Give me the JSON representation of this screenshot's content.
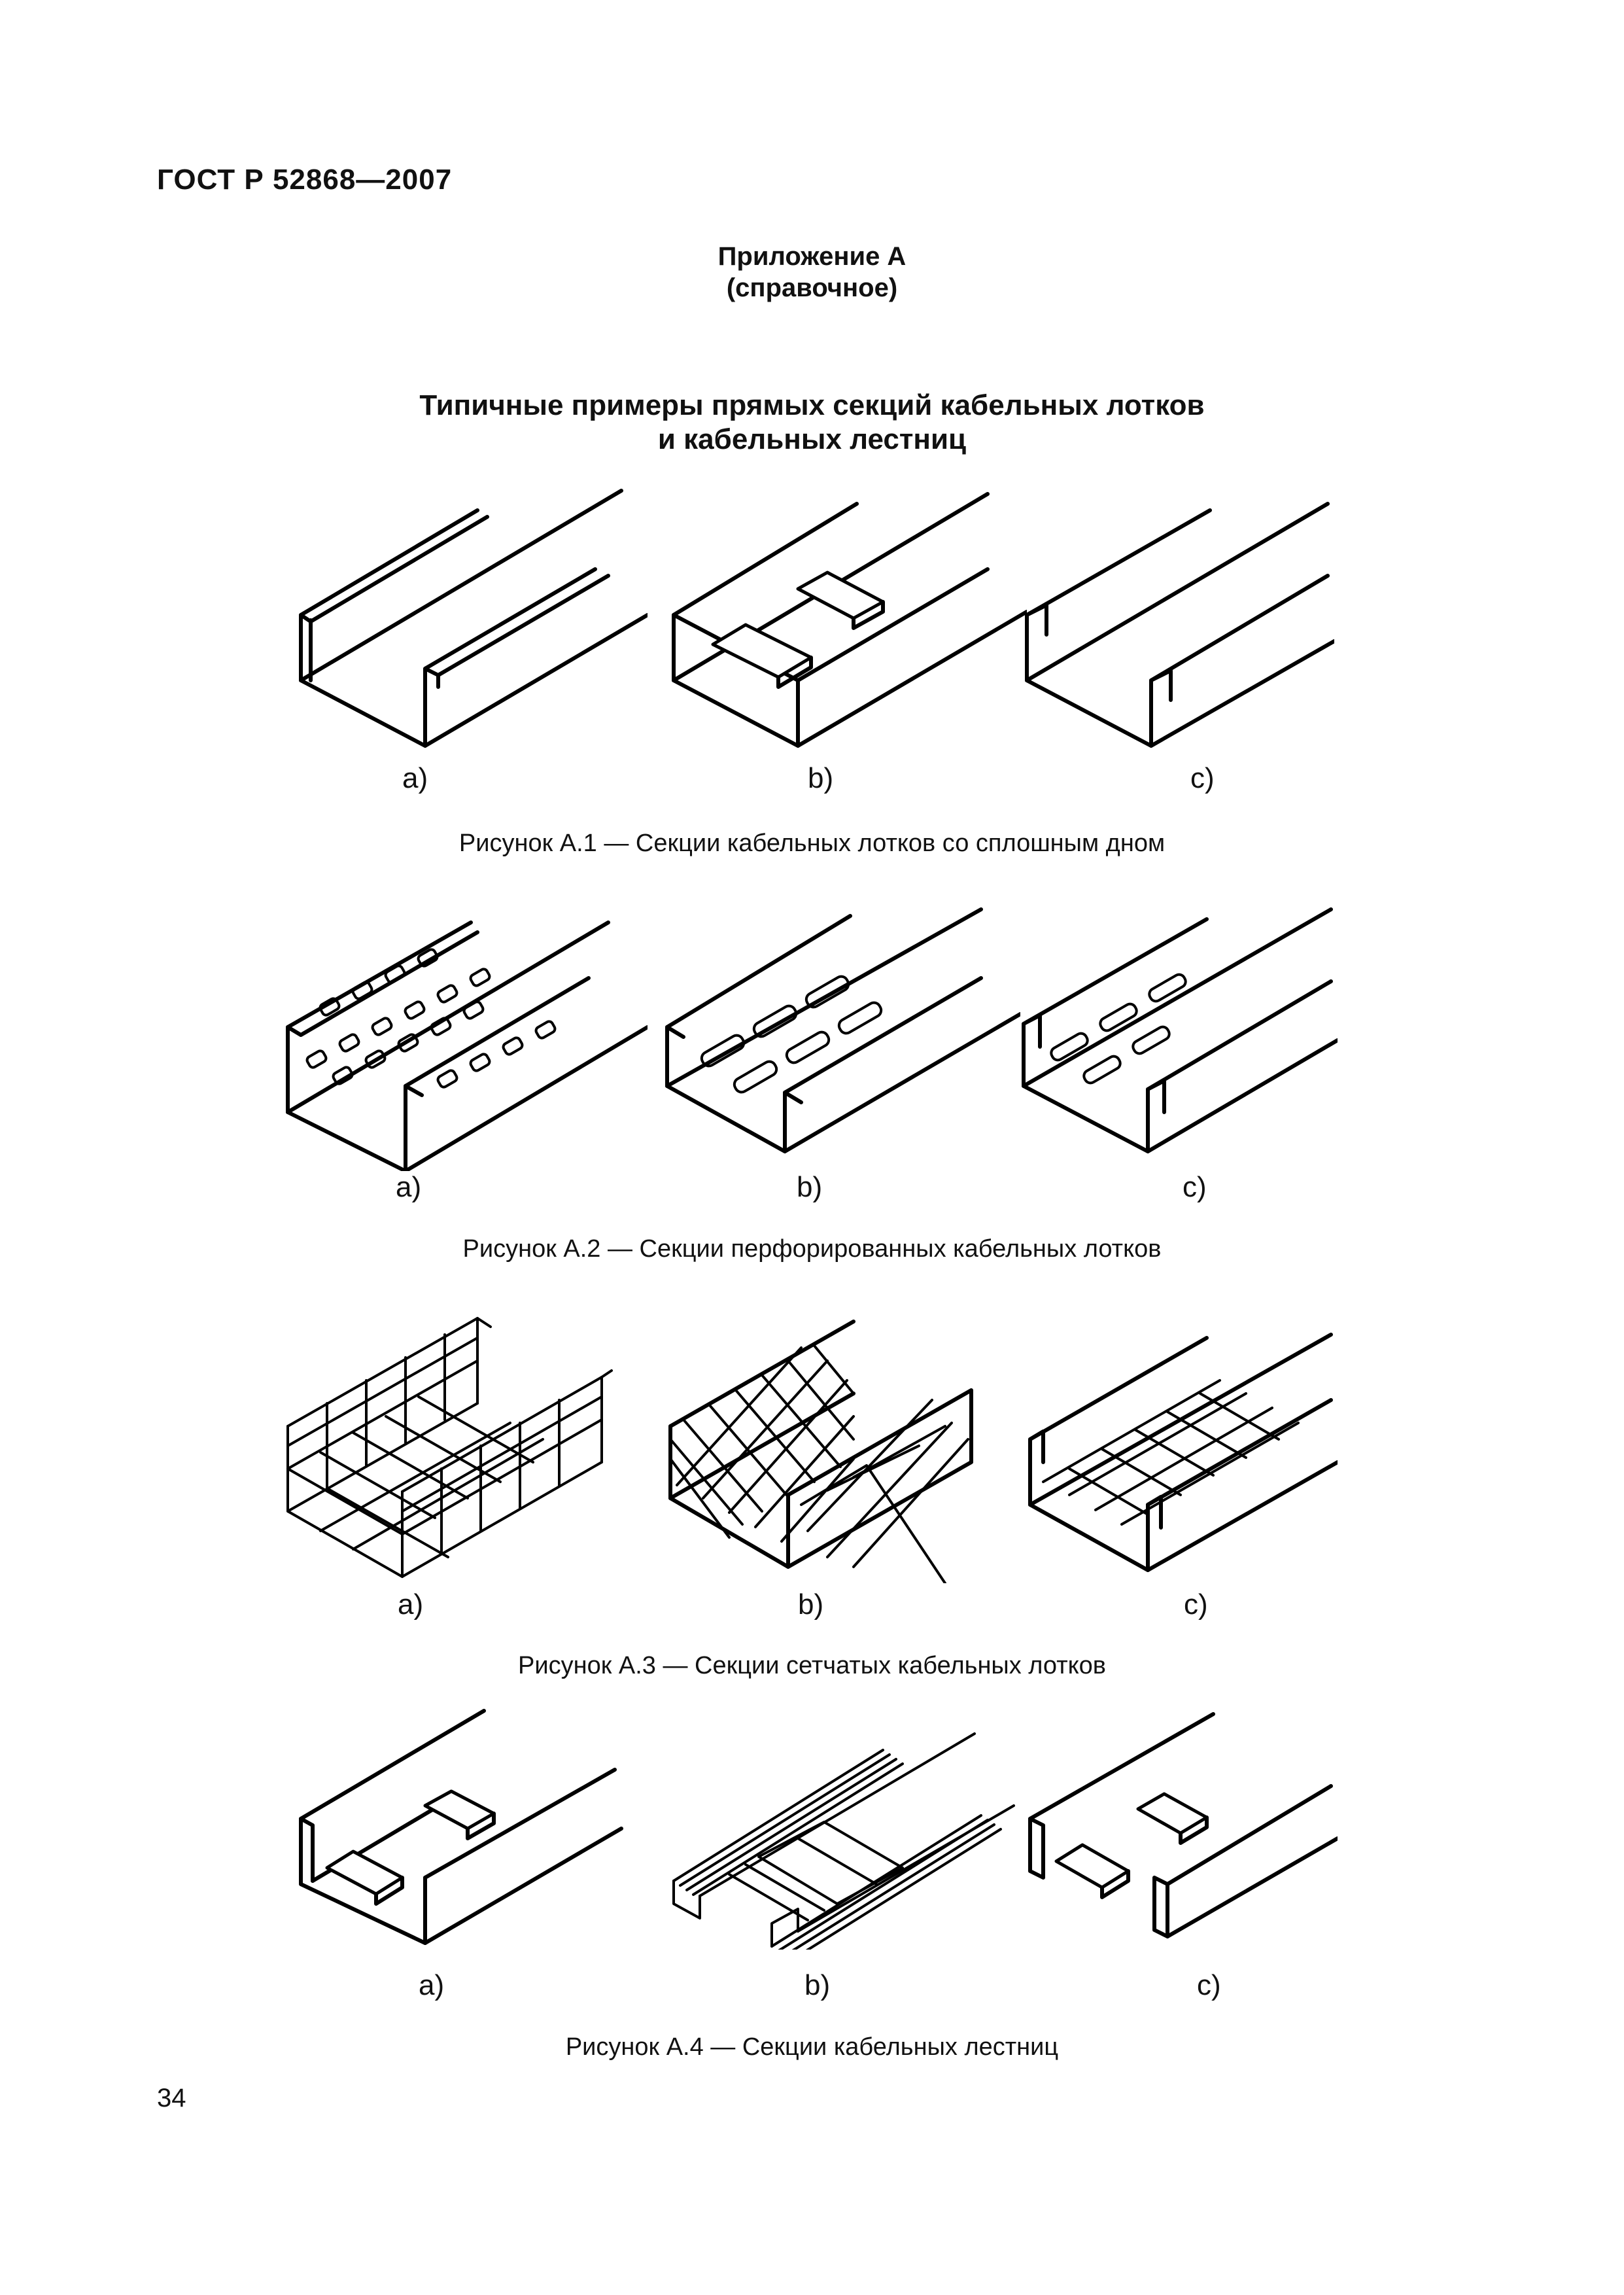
{
  "header": {
    "standard": "ГОСТ Р 52868—2007"
  },
  "appendix": {
    "label": "Приложение А",
    "kind": "(справочное)"
  },
  "title": {
    "line1": "Типичные примеры прямых секций кабельных лотков",
    "line2": "и кабельных лестниц"
  },
  "figures": [
    {
      "caption": "Рисунок А.1 — Секции кабельных лотков со сплошным дном",
      "labels": [
        "a)",
        "b)",
        "c)"
      ]
    },
    {
      "caption": "Рисунок А.2 — Секции перфорированных кабельных лотков",
      "labels": [
        "a)",
        "b)",
        "c)"
      ]
    },
    {
      "caption": "Рисунок А.3 — Секции сетчатых кабельных лотков",
      "labels": [
        "a)",
        "b)",
        "c)"
      ]
    },
    {
      "caption": "Рисунок А.4 — Секции кабельных лестниц",
      "labels": [
        "a)",
        "b)",
        "c)"
      ]
    }
  ],
  "page_number": "34"
}
